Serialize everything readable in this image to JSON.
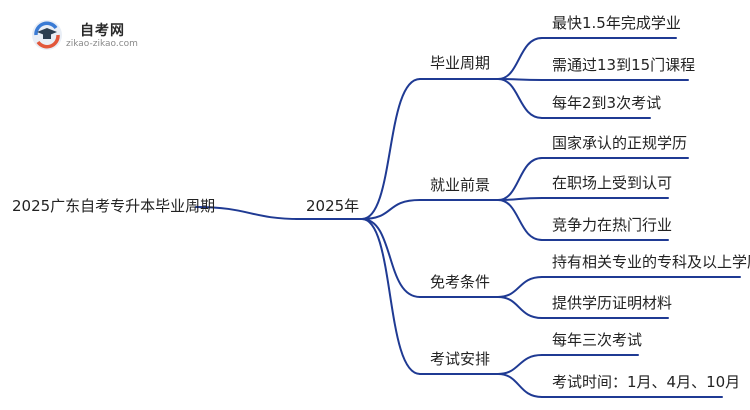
{
  "logo": {
    "name": "自考网",
    "url": "zikao-zikao.com"
  },
  "mindmap": {
    "root": "2025广东自考专升本毕业周期",
    "center": "2025年",
    "branches": [
      {
        "label": "毕业周期",
        "leaves": [
          "最快1.5年完成学业",
          "需通过13到15门课程",
          "每年2到3次考试"
        ]
      },
      {
        "label": "就业前景",
        "leaves": [
          "国家承认的正规学历",
          "在职场上受到认可",
          "竞争力在热门行业"
        ]
      },
      {
        "label": "免考条件",
        "leaves": [
          "持有相关专业的专科及以上学历",
          "提供学历证明材料"
        ]
      },
      {
        "label": "考试安排",
        "leaves": [
          "每年三次考试",
          "考试时间：1月、4月、10月"
        ]
      }
    ]
  },
  "colors": {
    "line": "#1f3a93",
    "text": "#222222"
  }
}
